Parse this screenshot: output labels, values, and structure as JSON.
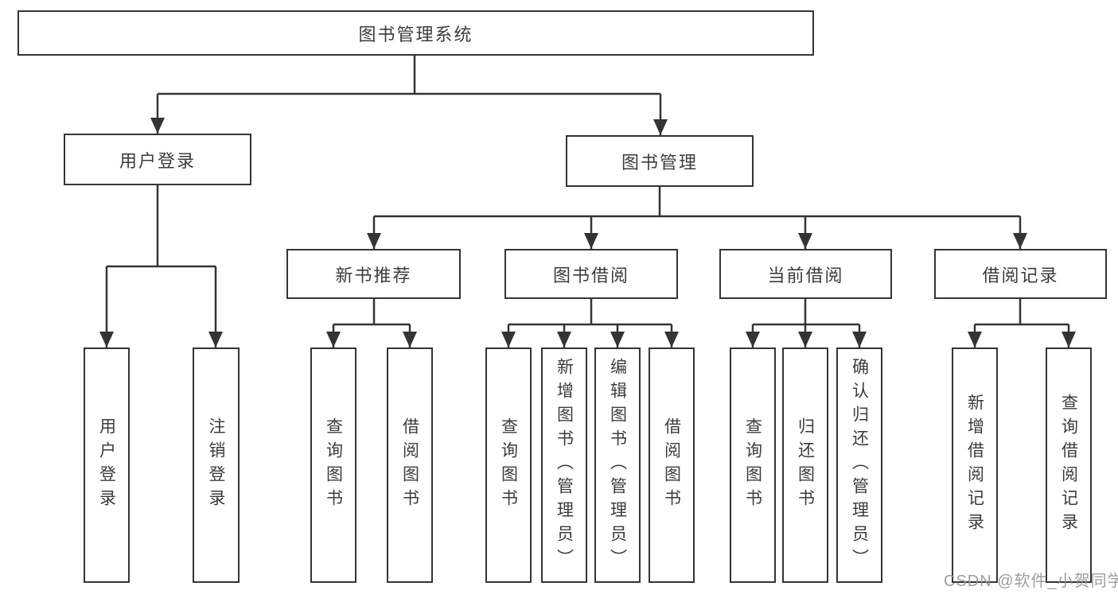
{
  "tree": {
    "label": "图书管理系统",
    "children": [
      {
        "label": "用户登录",
        "children": [
          {
            "label": "用户登录"
          },
          {
            "label": "注销登录"
          }
        ]
      },
      {
        "label": "图书管理",
        "children": [
          {
            "label": "新书推荐",
            "children": [
              {
                "label": "查询图书"
              },
              {
                "label": "借阅图书"
              }
            ]
          },
          {
            "label": "图书借阅",
            "children": [
              {
                "label": "查询图书"
              },
              {
                "label": "新增图书（管理员）"
              },
              {
                "label": "编辑图书（管理员）"
              },
              {
                "label": "借阅图书"
              }
            ]
          },
          {
            "label": "当前借阅",
            "children": [
              {
                "label": "查询图书"
              },
              {
                "label": "归还图书"
              },
              {
                "label": "确认归还（管理员）"
              }
            ]
          },
          {
            "label": "借阅记录",
            "children": [
              {
                "label": "新增借阅记录"
              },
              {
                "label": "查询借阅记录"
              }
            ]
          }
        ]
      }
    ]
  },
  "watermark": {
    "text": "CSDN @软件_小贺同学"
  },
  "colors": {
    "line": "#343434",
    "box_border": "#343434",
    "text": "#3c3c3c",
    "background": "#ffffff",
    "watermark": "#949494"
  }
}
